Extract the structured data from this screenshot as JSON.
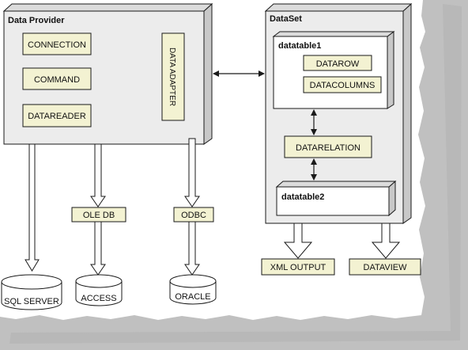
{
  "data_provider": {
    "title": "Data Provider",
    "connection": "CONNECTION",
    "command": "COMMAND",
    "datareader": "DATAREADER",
    "data_adapter": "DATA ADAPTER"
  },
  "dataset": {
    "title": "DataSet",
    "datatable1": {
      "title": "datatable1",
      "datarow": "DATAROW",
      "datacolumns": "DATACOLUMNS"
    },
    "datarelation": "DATARELATION",
    "datatable2": {
      "title": "datatable2"
    }
  },
  "connectors": {
    "oledb": "OLE DB",
    "odbc": "ODBC"
  },
  "databases": {
    "sql_server": "SQL SERVER",
    "access": "ACCESS",
    "oracle": "ORACLE"
  },
  "outputs": {
    "xml_output": "XML OUTPUT",
    "dataview": "DATAVIEW"
  },
  "colors": {
    "panel_fill": "#ececec",
    "panel_side": "#c8c8c8",
    "item_fill": "#f3f2d2",
    "shadow_region": "#c0c0c0",
    "line": "#1a1a1a"
  }
}
